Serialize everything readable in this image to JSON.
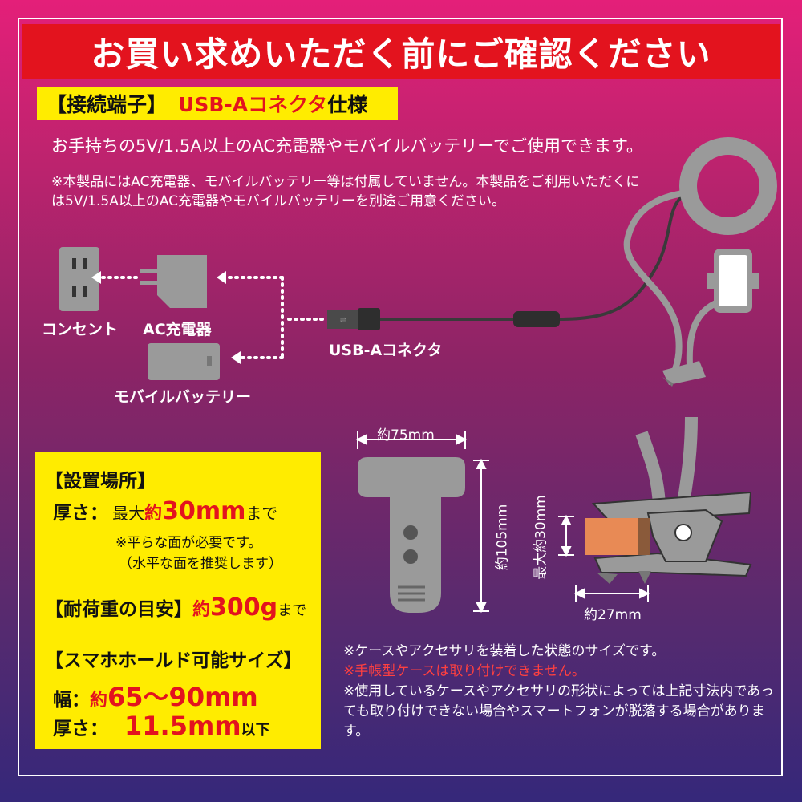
{
  "banner": {
    "title": "お買い求めいただく前にご確認ください"
  },
  "connector": {
    "label_key": "【接続端子】",
    "label_red": "USB-Aコネクタ",
    "label_suffix": "仕様",
    "line1": "お手持ちの5V/1.5A以上のAC充電器やモバイルバッテリーでご使用できます。",
    "note1": "※本製品にはAC充電器、モバイルバッテリー等は付属していません。本製品をご利用いただくには5V/1.5A以上のAC充電器やモバイルバッテリーを別途ご用意ください。"
  },
  "diagram": {
    "outlet": "コンセント",
    "ac_charger": "AC充電器",
    "mobile_battery": "モバイルバッテリー",
    "usb_a": "USB-Aコネクタ"
  },
  "placement": {
    "header": "【設置場所】",
    "thickness_key": "厚さ：",
    "thickness_prefix": "最大",
    "thickness_approx": "約",
    "thickness_value": "30mm",
    "thickness_suffix": "まで",
    "note_a": "※平らな面が必要です。",
    "note_b": "（水平な面を推奨します）"
  },
  "load": {
    "header": "【耐荷重の目安】",
    "approx": "約",
    "value": "300g",
    "suffix": "まで"
  },
  "holder": {
    "header": "【スマホホールド可能サイズ】",
    "width_key": "幅：",
    "width_approx": "約",
    "width_value": "65～90mm",
    "thick_key": "厚さ：",
    "thick_value": "11.5mm",
    "thick_suffix": "以下"
  },
  "dimensions": {
    "width_75": "約75mm",
    "height_105": "約105mm",
    "max_30": "最大約30mm",
    "width_27": "約27mm"
  },
  "notes": {
    "n1": "※ケースやアクセサリを装着した状態のサイズです。",
    "n2": "※手帳型ケースは取り付けできません。",
    "n3": "※使用しているケースやアクセサリの形状によっては上記寸法内であっても取り付けできない場合やスマートフォンが脱落する場合があります。"
  },
  "colors": {
    "accent_red": "#e3131e",
    "accent_yellow": "#ffec00",
    "gray": "#808080"
  }
}
